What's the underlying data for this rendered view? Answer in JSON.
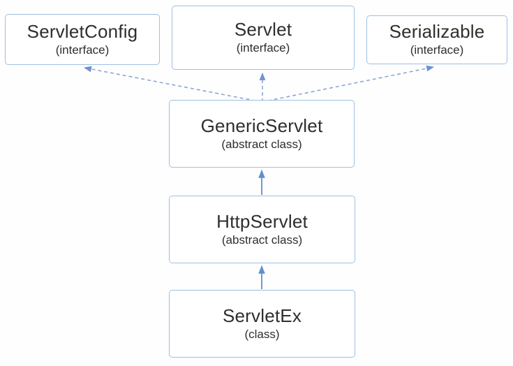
{
  "diagram": {
    "nodes": [
      {
        "id": "servletconfig",
        "title": "ServletConfig",
        "subtitle": "(interface)"
      },
      {
        "id": "servlet",
        "title": "Servlet",
        "subtitle": "(interface)"
      },
      {
        "id": "serializable",
        "title": "Serializable",
        "subtitle": "(interface)"
      },
      {
        "id": "genericservlet",
        "title": "GenericServlet",
        "subtitle": "(abstract class)"
      },
      {
        "id": "httpservlet",
        "title": "HttpServlet",
        "subtitle": "(abstract class)"
      },
      {
        "id": "servletex",
        "title": "ServletEx",
        "subtitle": "(class)"
      }
    ],
    "edges": [
      {
        "from": "GenericServlet",
        "to": "ServletConfig",
        "line": "dashed"
      },
      {
        "from": "GenericServlet",
        "to": "Servlet",
        "line": "dashed"
      },
      {
        "from": "GenericServlet",
        "to": "Serializable",
        "line": "dashed"
      },
      {
        "from": "HttpServlet",
        "to": "GenericServlet",
        "line": "solid"
      },
      {
        "from": "ServletEx",
        "to": "HttpServlet",
        "line": "solid"
      }
    ],
    "colors": {
      "background": "#fefefe",
      "box_border": "#9fc0e2",
      "box_fill": "#ffffff",
      "text": "#2e2e2e",
      "solid_arrow": "#5b91cf",
      "dashed_arrow": "#8ea5d2",
      "dashed_arrowhead": "#6f93cd"
    }
  }
}
